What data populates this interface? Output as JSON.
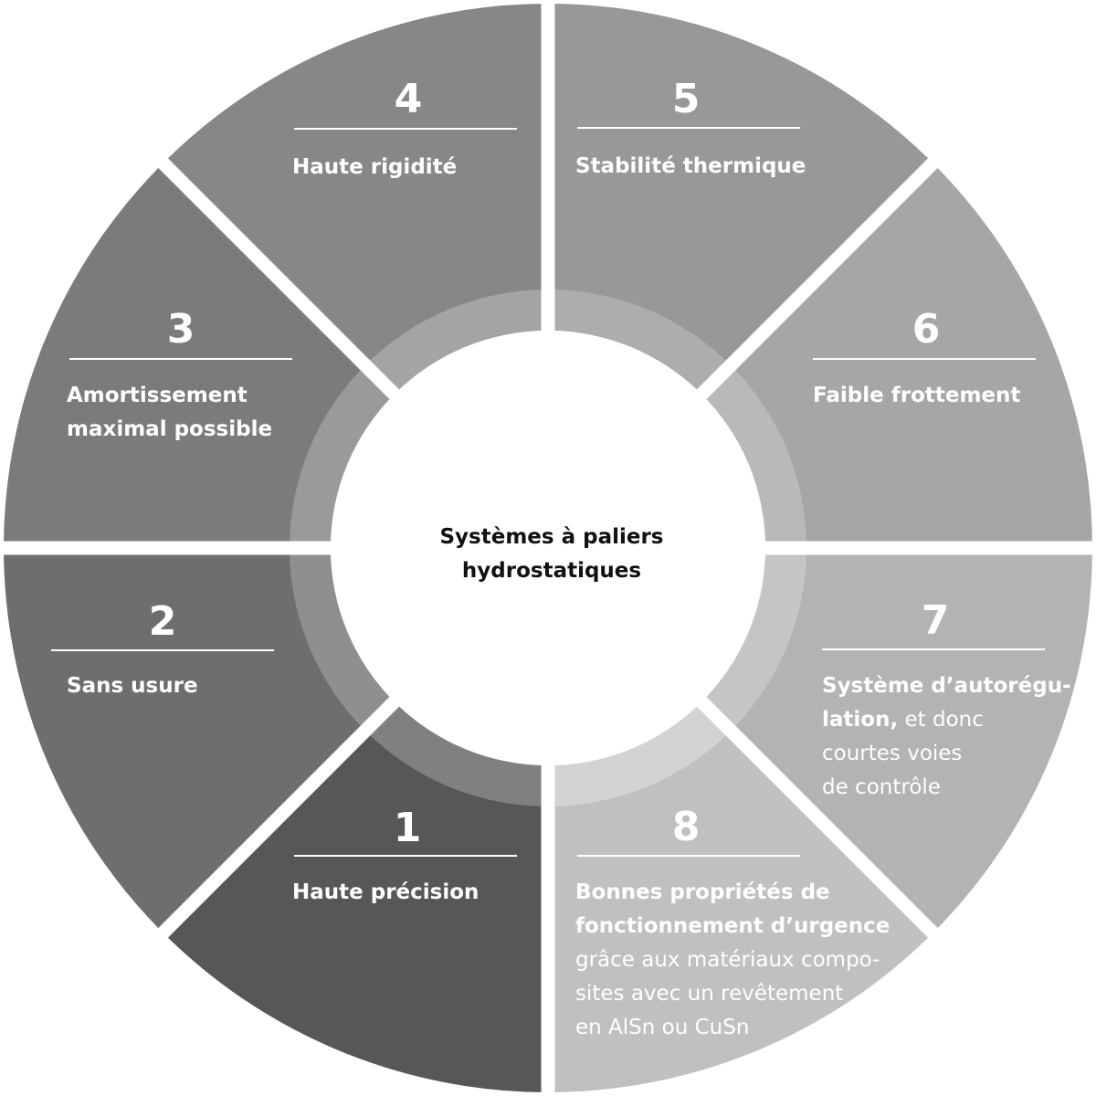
{
  "center": {
    "line1": "Systèmes à paliers",
    "line2": "hydrostatiques"
  },
  "segments": [
    {
      "number": "1",
      "lines": [
        {
          "text": "Haute précision",
          "bold": true
        }
      ]
    },
    {
      "number": "2",
      "lines": [
        {
          "text": "Sans usure",
          "bold": true
        }
      ]
    },
    {
      "number": "3",
      "lines": [
        {
          "text": "Amortissement",
          "bold": true
        },
        {
          "text": "maximal possible",
          "bold": true
        }
      ]
    },
    {
      "number": "4",
      "lines": [
        {
          "text": "Haute rigidité",
          "bold": true
        }
      ]
    },
    {
      "number": "5",
      "lines": [
        {
          "text": "Stabilité thermique",
          "bold": true
        }
      ]
    },
    {
      "number": "6",
      "lines": [
        {
          "text": "Faible frottement",
          "bold": true
        }
      ]
    },
    {
      "number": "7",
      "lines": [
        {
          "text": "Système d’autorégu-",
          "bold": true
        },
        {
          "text": "lation,",
          "bold": true,
          "suffix": " et  donc"
        },
        {
          "text": "courtes voies",
          "bold": false
        },
        {
          "text": "de contrôle",
          "bold": false
        }
      ]
    },
    {
      "number": "8",
      "lines": [
        {
          "text": "Bonnes propriétés de",
          "bold": true
        },
        {
          "text": "fonctionnement d’urgence",
          "bold": true
        },
        {
          "text": "grâce aux matériaux compo-",
          "bold": false
        },
        {
          "text": "sites avec un revêtement",
          "bold": false
        },
        {
          "text": "en AlSn ou CuSn",
          "bold": false
        }
      ]
    }
  ],
  "colors": {
    "outer": [
      "#575757",
      "#6e6e6e",
      "#7b7b7b",
      "#878787",
      "#989898",
      "#a6a6a6",
      "#b3b3b3",
      "#c0c0c0"
    ],
    "inner": [
      "#808080",
      "#8f8f8f",
      "#9a9a9a",
      "#a4a4a4",
      "#adadad",
      "#b9b9b9",
      "#c5c5c5",
      "#d3d3d3"
    ],
    "text": "#ffffff",
    "center_text": "#111111"
  }
}
